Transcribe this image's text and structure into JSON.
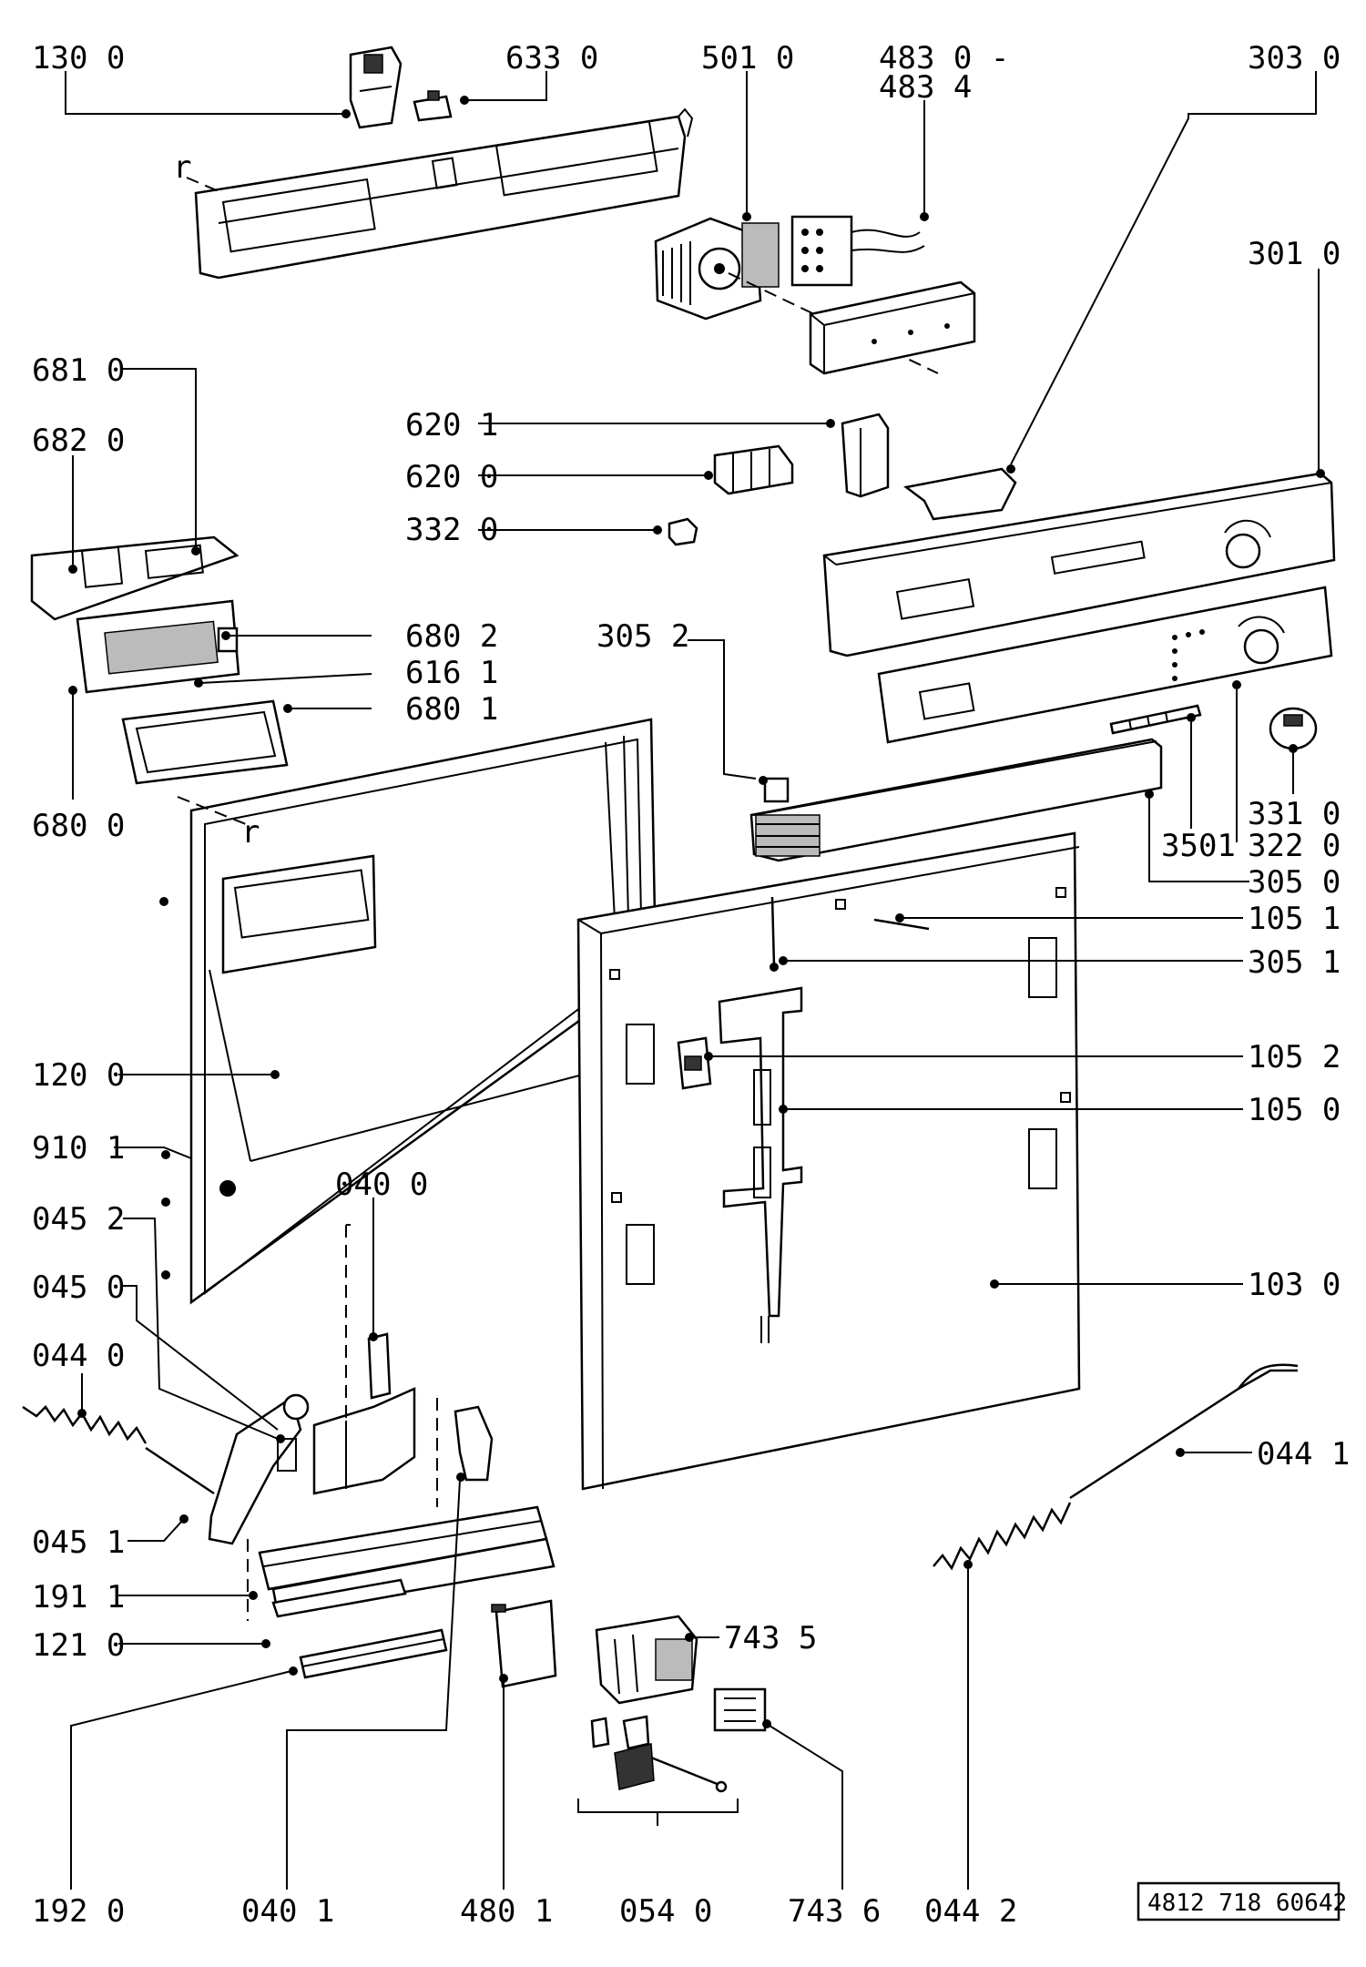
{
  "figure_number": "4812 718 60642",
  "labels": {
    "l130_0": "130 0",
    "l633_0": "633 0",
    "l501_0": "501 0",
    "l483_0": "483 0 -",
    "l483_4": "483 4",
    "l303_0": "303 0",
    "l301_0": "301 0",
    "l681_0": "681 0",
    "l682_0": "682 0",
    "l620_1": "620 1",
    "l620_0": "620 0",
    "l332_0": "332 0",
    "l680_2": "680 2",
    "l616_1": "616 1",
    "l680_1": "680 1",
    "l680_0": "680 0",
    "l305_2": "305 2",
    "l331_0": "331 0",
    "l350_1": "3501",
    "l322_0": "322 0",
    "l305_0": "305 0",
    "l105_1": "105 1",
    "l305_1": "305 1",
    "l105_2": "105 2",
    "l105_0": "105 0",
    "l120_0": "120 0",
    "l910_1": "910 1",
    "l040_0": "040 0",
    "l045_2": "045 2",
    "l045_0": "045 0",
    "l044_0": "044 0",
    "l103_0": "103 0",
    "l044_1": "044 1",
    "l045_1": "045 1",
    "l191_1": "191 1",
    "l121_0": "121 0",
    "l743_5": "743 5",
    "l743_6": "743 6",
    "l192_0": "192 0",
    "l040_1": "040 1",
    "l480_1": "480 1",
    "l054_0": "054 0",
    "l044_2": "044 2"
  },
  "letters": {
    "r_top": "r",
    "r_frame": "r"
  }
}
